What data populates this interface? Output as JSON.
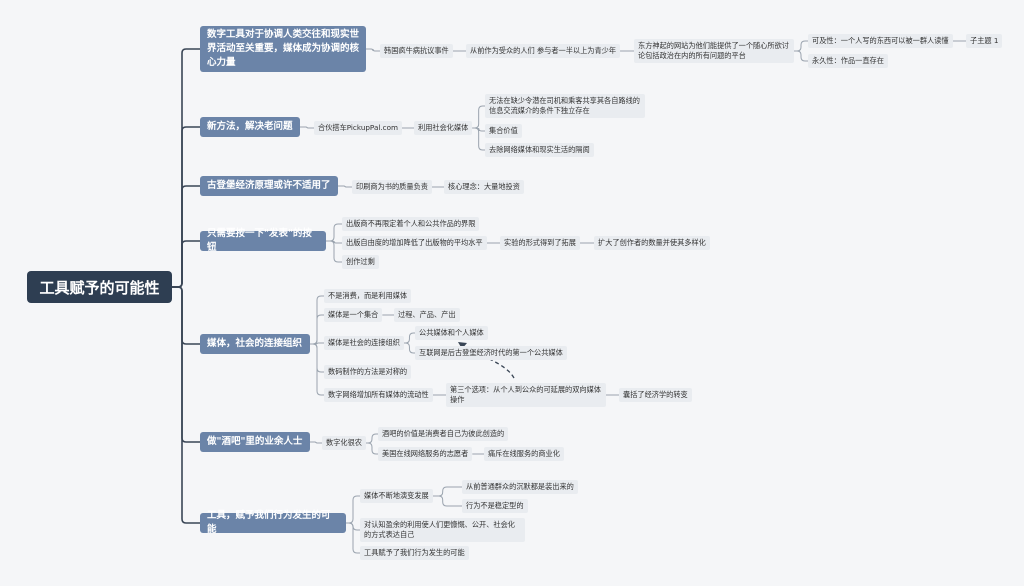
{
  "root": "工具赋予的可能性",
  "branches": {
    "b1": {
      "title": "数字工具对于协调人类交往和现实世界活动至关重要，媒体成为协调的核心力量",
      "n1": "韩国疯牛病抗议事件",
      "n2": "从前作为受众的人们  参与者一半以上为青少年",
      "n3": "东方神起的网站为他们能提供了一个随心所欲讨论包括政治在内的所有问题的平台",
      "n4": "可及性：一个人写的东西可以被一群人读懂",
      "n5": "子主题 1",
      "n6": "永久性：作品一直存在"
    },
    "b2": {
      "title": "新方法，解决老问题",
      "n1": "合伙搭车PickupPal.com",
      "n2": "利用社会化媒体",
      "n3": "无法在缺少令潜在司机和乘客共享其各自路线的信息交流媒介的条件下独立存在",
      "n4": "集合价值",
      "n5": "去除网络媒体和现实生活的隔阂"
    },
    "b3": {
      "title": "古登堡经济原理或许不适用了",
      "n1": "印刷商为书的质量负责",
      "n2": "核心理念：大量地投资"
    },
    "b4": {
      "title": "只需要按一下\"发表\"的按钮",
      "n1": "出版商不再限定着个人和公共作品的界限",
      "n2": "出版自由度的增加降低了出版物的平均水平",
      "n3": "实验的形式得到了拓展",
      "n4": "扩大了创作者的数量并使其多样化",
      "n5": "创作过剩"
    },
    "b5": {
      "title": "媒体，社会的连接组织",
      "n1": "不是消费，而是利用媒体",
      "n2": "媒体是一个集合",
      "n3": "过程、产品、产出",
      "n4": "媒体是社会的连接组织",
      "n5": "公共媒体和个人媒体",
      "n6": "互联网是后古登堡经济时代的第一个公共媒体",
      "n7": "数码制作的方法是对称的",
      "n8": "数字网络增加所有媒体的流动性",
      "n9": "第三个选项：从个人到公众的可延展的双向媒体操作",
      "n10": "囊括了经济学的转变"
    },
    "b6": {
      "title": "做\"酒吧\"里的业余人士",
      "n1": "数字化很农",
      "n2": "酒吧的价值是消费者自己为彼此创造的",
      "n3": "美国在线网络服务的志愿者",
      "n4": "痛斥在线服务的商业化"
    },
    "b7": {
      "title": "工具，赋予我们行为发生的可能",
      "n1": "媒体不断地演变发展",
      "n2": "从前普通群众的沉默都是装出来的",
      "n3": "行为不是稳定型的",
      "n4": "对认知盈余的利用使人们更慷慨、公开、社会化的方式表达自己",
      "n5": "工具赋予了我们行为发生的可能"
    }
  }
}
